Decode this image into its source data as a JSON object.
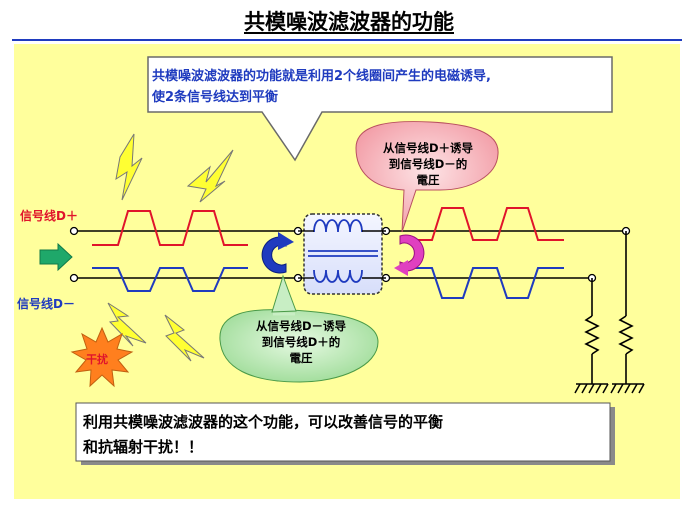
{
  "title": "共模噪波滤波器的功能",
  "callout_top": {
    "line1": "共模噪波滤波器的功能就是利用2个线圈间产生的电磁诱导,",
    "line2": "使2条信号线达到平衡"
  },
  "callout_right": {
    "line1": "从信号线D＋诱导",
    "line2": "到信号线D－的",
    "line3": "電圧"
  },
  "callout_left": {
    "line1": "从信号线D－诱导",
    "line2": "到信号线D＋的",
    "line3": "電圧"
  },
  "labels": {
    "d_plus": "信号线D＋",
    "d_minus": "信号线D－",
    "noise": "干扰"
  },
  "bottom_text": {
    "line1": "利用共模噪波滤波器的这个功能，可以改善信号的平衡",
    "line2": "和抗辐射干扰！！"
  },
  "colors": {
    "panel": "#ffff9c",
    "d_plus_signal": "#e0142b",
    "d_minus_signal": "#1f3bbf",
    "callout_blue_text": "#1f3bbf",
    "cloud_pink": "#f7c4c8",
    "cloud_green": "#c8eec4",
    "lightning": "#ffff33",
    "starburst": "#ff7f1e",
    "coil": "#1f3bbf",
    "arrow_green": "#1fa86a",
    "arrow_blue": "#1f3bbf",
    "arrow_magenta": "#e040c0"
  },
  "icons": [
    "lightning-bolt-icon",
    "starburst-icon",
    "coil-icon",
    "resistor-icon",
    "ground-icon",
    "arrow-right-icon",
    "curved-arrow-icon"
  ]
}
